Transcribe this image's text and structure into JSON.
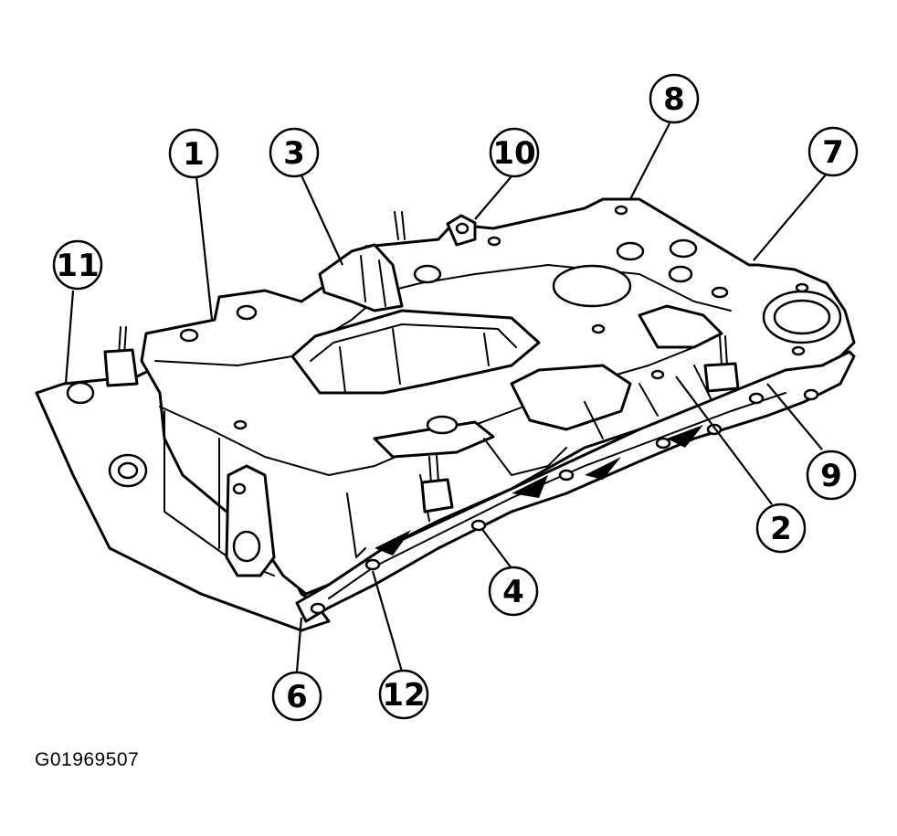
{
  "figure_code": "G01969507",
  "callouts": [
    {
      "id": "1",
      "label": "1"
    },
    {
      "id": "2",
      "label": "2"
    },
    {
      "id": "3",
      "label": "3"
    },
    {
      "id": "4",
      "label": "4"
    },
    {
      "id": "6",
      "label": "6"
    },
    {
      "id": "7",
      "label": "7"
    },
    {
      "id": "8",
      "label": "8"
    },
    {
      "id": "9",
      "label": "9"
    },
    {
      "id": "10",
      "label": "10"
    },
    {
      "id": "11",
      "label": "11"
    },
    {
      "id": "12",
      "label": "12"
    }
  ]
}
